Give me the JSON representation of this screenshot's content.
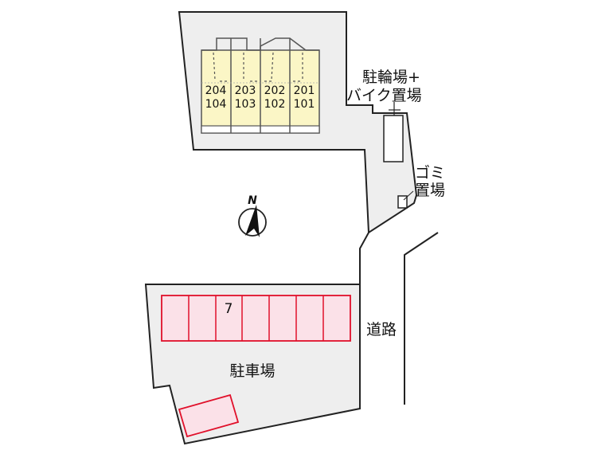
{
  "labels": {
    "bicycle_line1": "駐輪場+",
    "bicycle_line2": "バイク置場",
    "garbage_line1": "ゴミ",
    "garbage_line2": "置場",
    "road": "道路",
    "parking": "駐車場",
    "north": "N",
    "space_number": "7"
  },
  "units": {
    "upper": [
      "204",
      "203",
      "202",
      "201"
    ],
    "lower": [
      "104",
      "103",
      "102",
      "101"
    ]
  },
  "colors": {
    "lot_fill": "#eeeeee",
    "outline": "#222222",
    "building_fill": "#fbf6c6",
    "parking_fill": "#fbe1e8",
    "parking_stroke": "#e0102a"
  }
}
